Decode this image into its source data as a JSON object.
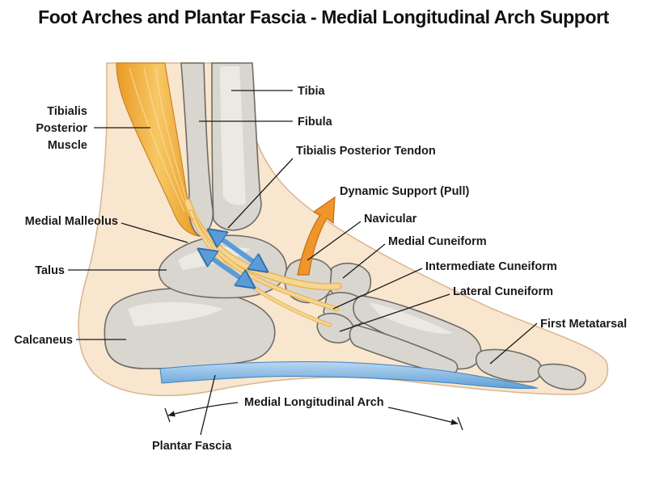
{
  "title": "Foot Arches and Plantar Fascia - Medial Longitudinal Arch Support",
  "labels": {
    "tibia": "Tibia",
    "fibula": "Fibula",
    "tibialis_posterior_tendon": "Tibialis Posterior Tendon",
    "dynamic_support": "Dynamic Support (Pull)",
    "navicular": "Navicular",
    "medial_cuneiform": "Medial Cuneiform",
    "intermediate_cuneiform": "Intermediate Cuneiform",
    "lateral_cuneiform": "Lateral Cuneiform",
    "first_metatarsal": "First Metatarsal",
    "tibialis_posterior_muscle": [
      "Tibialis",
      "Posterior",
      "Muscle"
    ],
    "medial_malleolus": "Medial Malleolus",
    "talus": "Talus",
    "calcaneus": "Calcaneus",
    "medial_longitudinal_arch": "Medial Longitudinal Arch",
    "plantar_fascia": "Plantar Fascia"
  },
  "colors": {
    "skin": "#f8e6cf",
    "skin_outline": "#d9b590",
    "bone": "#d9d6cf",
    "muscle": "#f2b23f",
    "tendon": "#f6d595",
    "fascia": "#86b8e4",
    "arrow_orange": "#f0952a",
    "arrow_blue": "#5b9bd8"
  }
}
